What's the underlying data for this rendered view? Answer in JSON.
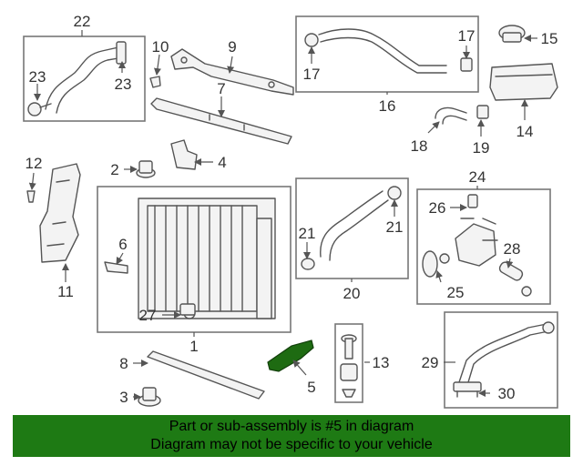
{
  "callouts": {
    "c1": "1",
    "c2": "2",
    "c3": "3",
    "c4": "4",
    "c5": "5",
    "c6": "6",
    "c7": "7",
    "c8": "8",
    "c9": "9",
    "c10": "10",
    "c11": "11",
    "c12": "12",
    "c13": "13",
    "c14": "14",
    "c15": "15",
    "c16": "16",
    "c17a": "17",
    "c17b": "17",
    "c18": "18",
    "c19": "19",
    "c20": "20",
    "c21a": "21",
    "c21b": "21",
    "c22": "22",
    "c23a": "23",
    "c23b": "23",
    "c24": "24",
    "c25": "25",
    "c26": "26",
    "c27": "27",
    "c28": "28",
    "c29": "29",
    "c30": "30"
  },
  "colors": {
    "banner_bg": "#1e7a14",
    "highlight_part": "#1e6b12"
  },
  "banner": {
    "line1": "Part or sub-assembly is #5 in diagram",
    "line2": "Diagram may not be specific to your vehicle"
  }
}
